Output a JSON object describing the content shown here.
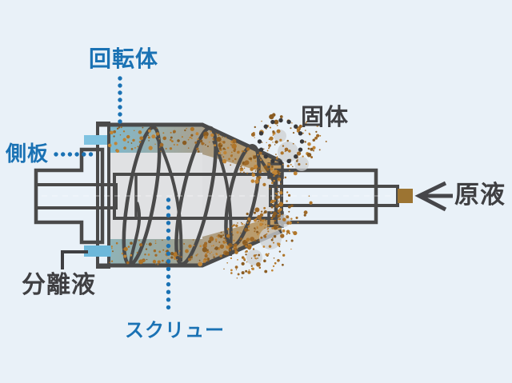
{
  "labels": {
    "rotating_body": "回転体",
    "side_plate": "側板",
    "solid": "固体",
    "raw_liquid": "原液",
    "separated_liquid": "分離液",
    "screw": "スクリュー"
  },
  "colors": {
    "background": "#e9f1f8",
    "label_blue": "#1a72b4",
    "label_dark": "#3f3f42",
    "machine_outline": "#4a4a4a",
    "solids_brown": "#a06a28",
    "pipe_blue": "#7fc3e1",
    "metal_light": "#d8d9db",
    "metal_mid": "#c4c4c6",
    "blade_gray": "#cbcbcd",
    "hub_beige": "#b3a291",
    "feed_brown": "#9c7432"
  },
  "icons": {
    "feed_arrow": "arrow-left-icon",
    "solids_discharge": "dotted-circle-icon"
  }
}
